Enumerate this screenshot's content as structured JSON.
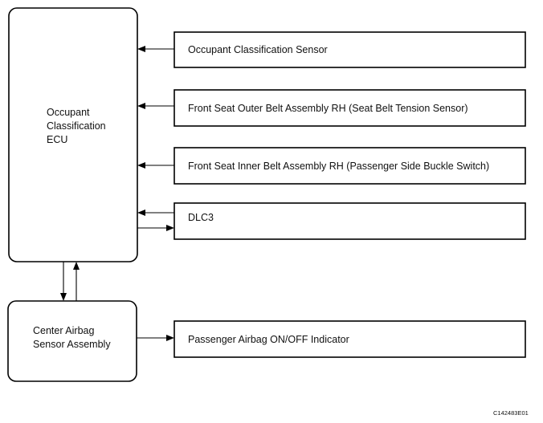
{
  "diagram": {
    "ecu": {
      "line1": "Occupant",
      "line2": "Classification",
      "line3": "ECU"
    },
    "center_airbag": {
      "line1": "Center Airbag",
      "line2": "Sensor Assembly"
    },
    "components": {
      "occupant_sensor": "Occupant Classification Sensor",
      "outer_belt": "Front Seat Outer Belt Assembly RH (Seat Belt Tension Sensor)",
      "inner_belt": "Front Seat Inner Belt Assembly RH (Passenger Side Buckle Switch)",
      "dlc3": "DLC3",
      "indicator": "Passenger Airbag ON/OFF Indicator"
    },
    "figure_code": "C142483E01"
  }
}
